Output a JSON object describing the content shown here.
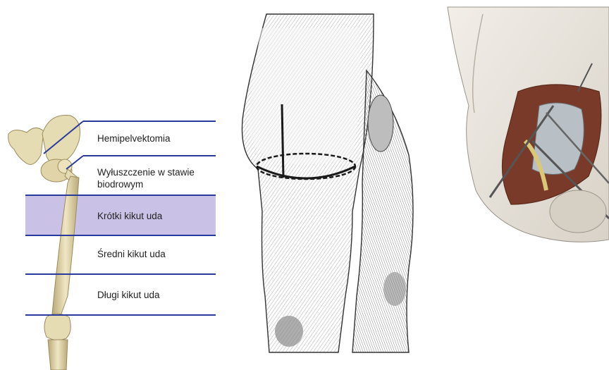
{
  "amputation_levels": [
    {
      "id": "hemipelvectomy",
      "label": "Hemipelvektomia",
      "highlighted": false
    },
    {
      "id": "hip-disarticulation",
      "label": "Wyłuszczenie w stawie biodrowym",
      "highlighted": false
    },
    {
      "id": "short-stump",
      "label": "Krótki kikut uda",
      "highlighted": true
    },
    {
      "id": "medium-stump",
      "label": "Średni kikut uda",
      "highlighted": false
    },
    {
      "id": "long-stump",
      "label": "Długi kikut uda",
      "highlighted": false
    }
  ],
  "colors": {
    "level_line": "#2a3a9c",
    "highlight_band": "#c9c2e6",
    "bone": "#e6dcb4",
    "bone_shade": "#b9a978",
    "incision": "#1a1a1a",
    "tissue": "#7a3a2a"
  },
  "icons": {
    "skeleton": "pelvis-femur-skeleton",
    "leg_drawing": "thigh-incision-drawing",
    "surgery_drawing": "surgical-field-drawing"
  }
}
